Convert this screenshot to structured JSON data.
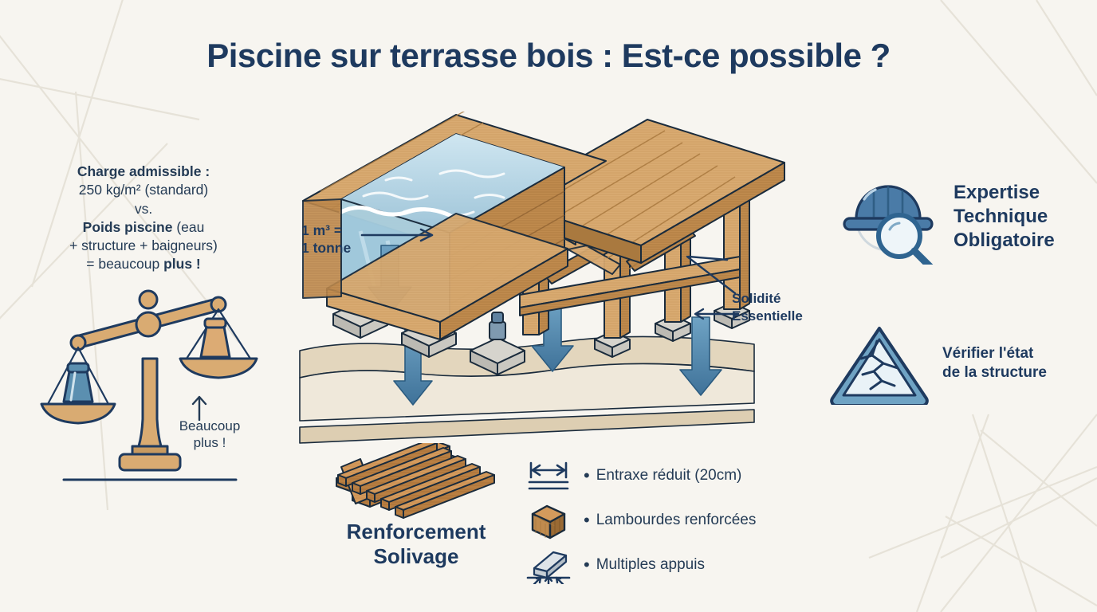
{
  "title": "Piscine sur terrasse bois : Est-ce possible ?",
  "colors": {
    "background": "#f7f5f0",
    "navy": "#1e3a5f",
    "text_navy": "#243b55",
    "wood_light": "#d9ab72",
    "wood_mid": "#c08b4e",
    "wood_dark": "#9a6a34",
    "water_light": "#bcdcea",
    "water_mid": "#a3cadd",
    "water_deep": "#8fb9ce",
    "steel_blue": "#4a7ba7",
    "arrow_blue": "#3f7299",
    "concrete": "#c9c9c4",
    "sand": "#e3d6bd",
    "bg_line": "#e6e2d8"
  },
  "left_panel": {
    "load_line1_bold": "Charge admissible :",
    "load_line2": "250 kg/m² (standard)",
    "load_line3": "vs.",
    "load_line4_bold": "Poids piscine",
    "load_line4_rest": " (eau",
    "load_line5": "+ structure + baigneurs)",
    "load_line6_pre": "= beaucoup ",
    "load_line6_bold": "plus !",
    "scale_icon": "balance-scale-icon",
    "scale_left_weight": "weight-blue",
    "scale_right_weight": "weight-tan",
    "beaucoup_line1": "Beaucoup",
    "beaucoup_line2": "plus !",
    "beaucoup_arrow": "arrow-up-icon"
  },
  "center": {
    "scene_icon": "isometric-pool-on-wood-deck",
    "annotation_m3_line1": "1 m³ =",
    "annotation_m3_line2": "1 tonne",
    "annotation_m3_arrow": "arrow-right-icon",
    "annotation_solidite_line1": "Solidité",
    "annotation_solidite_line2": "Essentielle",
    "load_arrows": "downward-load-arrows"
  },
  "right_panel": {
    "badges": [
      {
        "icon": "hardhat-magnifier-icon",
        "lines": [
          "Expertise",
          "Technique",
          "Obligatoire"
        ]
      },
      {
        "icon": "warning-triangle-crack-icon",
        "lines": [
          "Vérifier l'état",
          "de la structure"
        ]
      }
    ]
  },
  "bottom": {
    "joist_icon": "wood-joists-icon",
    "joist_caption_line1": "Renforcement",
    "joist_caption_line2": "Solivage",
    "items": [
      {
        "icon": "spacing-dimension-icon",
        "label": "Entraxe réduit (20cm)"
      },
      {
        "icon": "wood-cube-icon",
        "label": "Lambourdes renforcées"
      },
      {
        "icon": "beam-supports-icon",
        "label": "Multiples appuis"
      }
    ]
  }
}
